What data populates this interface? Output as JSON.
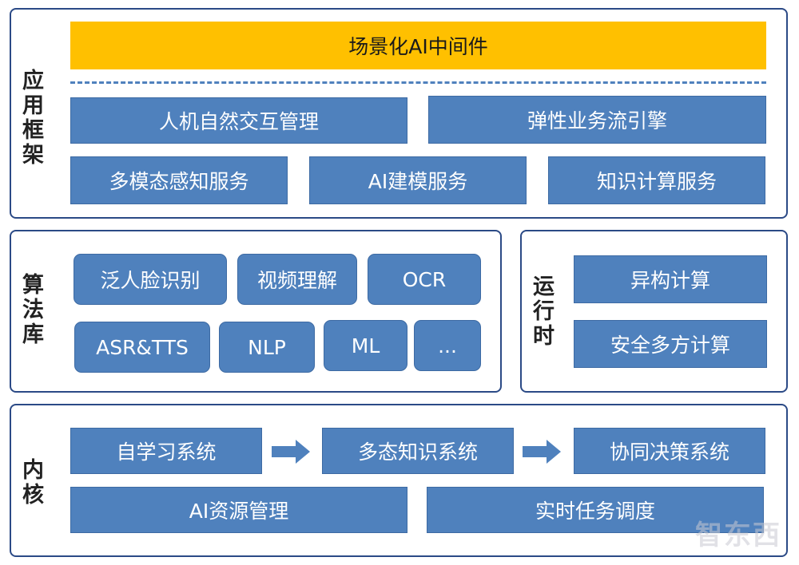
{
  "app_framework": {
    "label_chars": [
      "应",
      "用",
      "框",
      "架"
    ],
    "middleware": "场景化AI中间件",
    "row1": [
      "人机自然交互管理",
      "弹性业务流引擎"
    ],
    "row2": [
      "多模态感知服务",
      "AI建模服务",
      "知识计算服务"
    ]
  },
  "algorithms": {
    "label_chars": [
      "算",
      "法",
      "库"
    ],
    "row1": [
      "泛人脸识别",
      "视频理解",
      "OCR"
    ],
    "row2": [
      "ASR&TTS",
      "NLP",
      "ML",
      "..."
    ]
  },
  "runtime": {
    "label_chars": [
      "运",
      "行",
      "时"
    ],
    "items": [
      "异构计算",
      "安全多方计算"
    ]
  },
  "kernel": {
    "label_chars": [
      "内",
      "核"
    ],
    "row1": [
      "自学习系统",
      "多态知识系统",
      "协同决策系统"
    ],
    "row2": [
      "AI资源管理",
      "实时任务调度"
    ]
  },
  "watermark": "智东西",
  "colors": {
    "box_blue": "#4f81bd",
    "border_navy": "#2b4a86",
    "highlight_yellow": "#ffc000"
  }
}
